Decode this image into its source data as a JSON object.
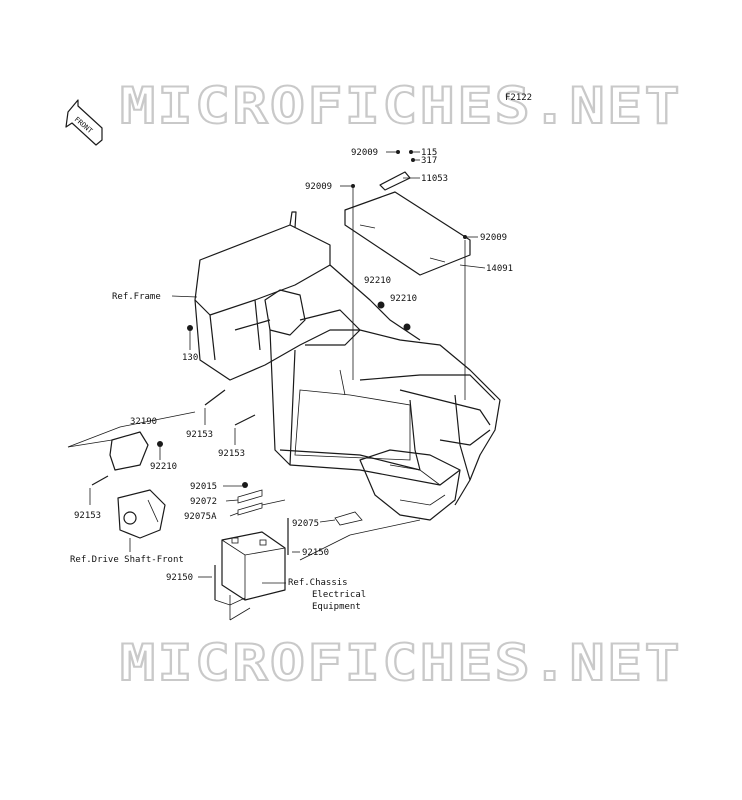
{
  "diagram_code": "F2122",
  "watermark": "MICROFICHES.NET",
  "front_arrow_label": "FRONT",
  "labels": {
    "p92009_a": "92009",
    "p115": "115",
    "p317": "317",
    "p92009_b": "92009",
    "p11053": "11053",
    "p92009_c": "92009",
    "p14091": "14091",
    "p92210_a": "92210",
    "p92210_b": "92210",
    "ref_frame": "Ref.Frame",
    "p130": "130",
    "p32190": "32190",
    "p92153_a": "92153",
    "p92153_b": "92153",
    "p92210_c": "92210",
    "p92153_c": "92153",
    "p92015": "92015",
    "p92072": "92072",
    "p92075A": "92075A",
    "p92075": "92075",
    "p92150_a": "92150",
    "ref_drive_shaft": "Ref.Drive Shaft-Front",
    "p92150_b": "92150",
    "ref_chassis_1": "Ref.Chassis",
    "ref_chassis_2": "Electrical",
    "ref_chassis_3": "Equipment"
  }
}
